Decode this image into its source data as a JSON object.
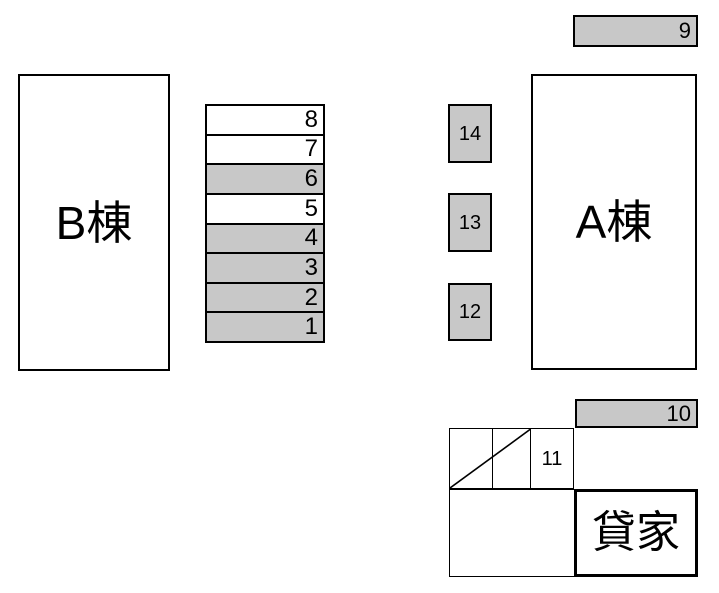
{
  "colors": {
    "shaded_fill": "#c8c8c8",
    "line": "#000000",
    "background": "#ffffff"
  },
  "buildings": {
    "building_b": {
      "label": "B棟"
    },
    "building_a": {
      "label": "A棟"
    },
    "rental_house": {
      "label": "貸家"
    }
  },
  "stalls": {
    "column": [
      {
        "number": "8",
        "shaded": false
      },
      {
        "number": "7",
        "shaded": false
      },
      {
        "number": "6",
        "shaded": true
      },
      {
        "number": "5",
        "shaded": false
      },
      {
        "number": "4",
        "shaded": true
      },
      {
        "number": "3",
        "shaded": true
      },
      {
        "number": "2",
        "shaded": true
      },
      {
        "number": "1",
        "shaded": true
      }
    ],
    "stall_9": {
      "number": "9",
      "shaded": true
    },
    "stall_10": {
      "number": "10",
      "shaded": true
    },
    "stall_11": {
      "number": "11",
      "shaded": false
    },
    "stall_12": {
      "number": "12",
      "shaded": true
    },
    "stall_13": {
      "number": "13",
      "shaded": true
    },
    "stall_14": {
      "number": "14",
      "shaded": true
    }
  }
}
